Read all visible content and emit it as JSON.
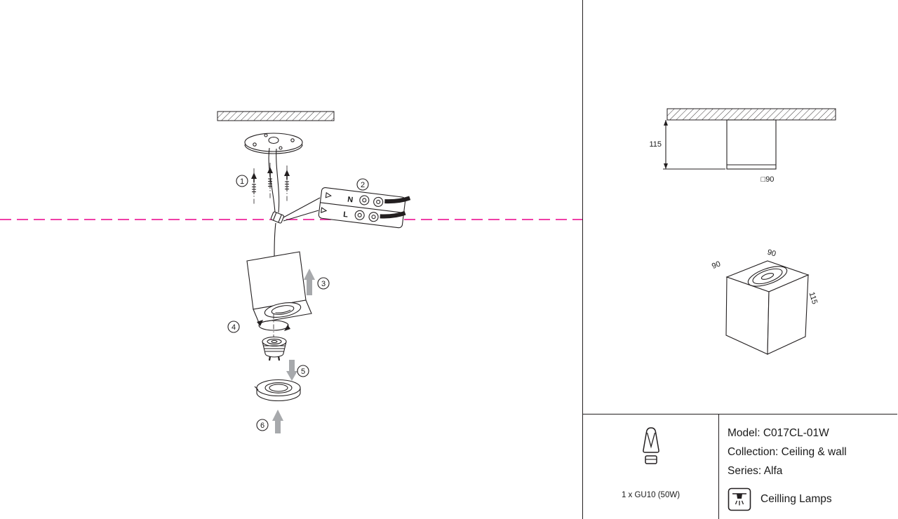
{
  "diagram": {
    "steps": [
      "1",
      "2",
      "3",
      "4",
      "5",
      "6"
    ],
    "terminal": {
      "n_label": "N",
      "l_label": "L"
    }
  },
  "front_view": {
    "height_label": "115",
    "width_label": "□90"
  },
  "perspective_view": {
    "width_label": "90",
    "depth_label": "90",
    "height_label": "115"
  },
  "spec": {
    "bulb_label": "1 x GU10 (50W)",
    "model_line": "Model: C017CL-01W",
    "collection_line": "Collection: Ceiling & wall",
    "series_line": "Series: Alfa",
    "category_label": "Ceilling Lamps"
  },
  "colors": {
    "accent_pink": "#ec008c",
    "line_black": "#231f20",
    "arrow_gray": "#a7a9ac"
  }
}
